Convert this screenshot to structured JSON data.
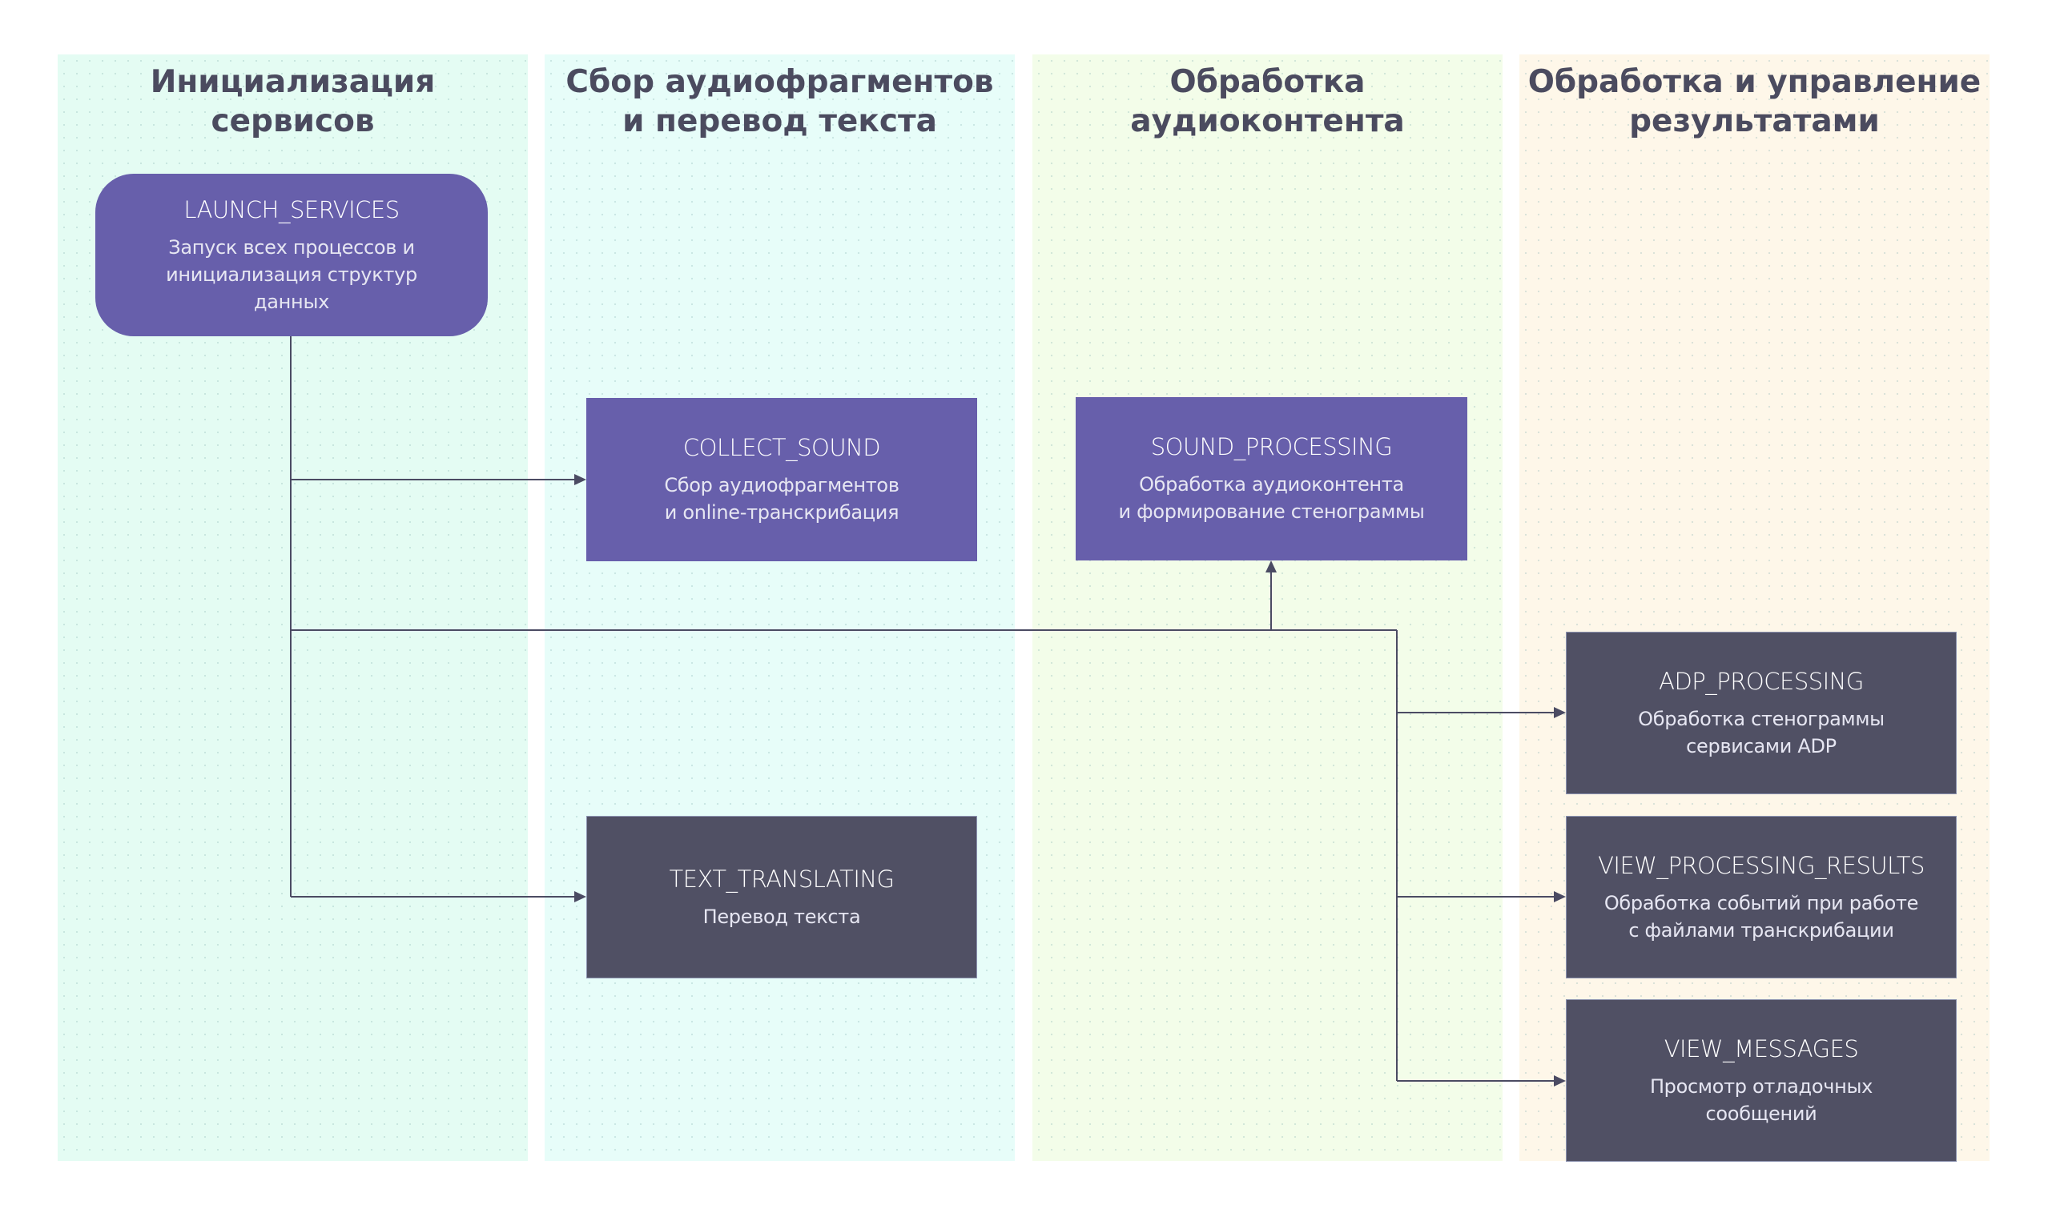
{
  "lanes": [
    {
      "title": "Инициализация\nсервисов",
      "color": "#e4fcf3"
    },
    {
      "title": "Сбор аудиофрагментов\nи перевод текста",
      "color": "#e7fdf9"
    },
    {
      "title": "Обработка\nаудиоконтента",
      "color": "#f3fde9"
    },
    {
      "title": "Обработка и управление\nрезультатами",
      "color": "#fef7e9"
    }
  ],
  "nodes": {
    "launch": {
      "title": "LAUNCH_SERVICES",
      "desc": "Запуск всех процессов и\nинициализация структур\nданных",
      "style": "purple"
    },
    "collect": {
      "title": "COLLECT_SOUND",
      "desc": "Сбор аудиофрагментов\nи online-транскрибация",
      "style": "purple"
    },
    "sound": {
      "title": "SOUND_PROCESSING",
      "desc": "Обработка аудиоконтента\nи формирование стенограммы",
      "style": "purple"
    },
    "text": {
      "title": "TEXT_TRANSLATING",
      "desc": "Перевод текста",
      "style": "dark"
    },
    "adp": {
      "title": "ADP_PROCESSING",
      "desc": "Обработка стенограммы\nсервисами ADP",
      "style": "dark"
    },
    "vpr": {
      "title": "VIEW_PROCESSING_RESULTS",
      "desc": "Обработка событий при работе\nс файлами транскрибации",
      "style": "dark"
    },
    "vm": {
      "title": "VIEW_MESSAGES",
      "desc": "Просмотр отладочных\nсообщений",
      "style": "dark"
    }
  },
  "edges": [
    {
      "from": "launch",
      "to": "collect"
    },
    {
      "from": "launch",
      "to": "text"
    },
    {
      "from": "launch",
      "to": "sound"
    },
    {
      "from": "launch",
      "to": "adp"
    },
    {
      "from": "launch",
      "to": "vpr"
    },
    {
      "from": "launch",
      "to": "vm"
    }
  ],
  "colors": {
    "primary_node": "#675fab",
    "secondary_node": "#505064",
    "connector": "#4b4b63",
    "lane_title": "#4b4b5f"
  }
}
